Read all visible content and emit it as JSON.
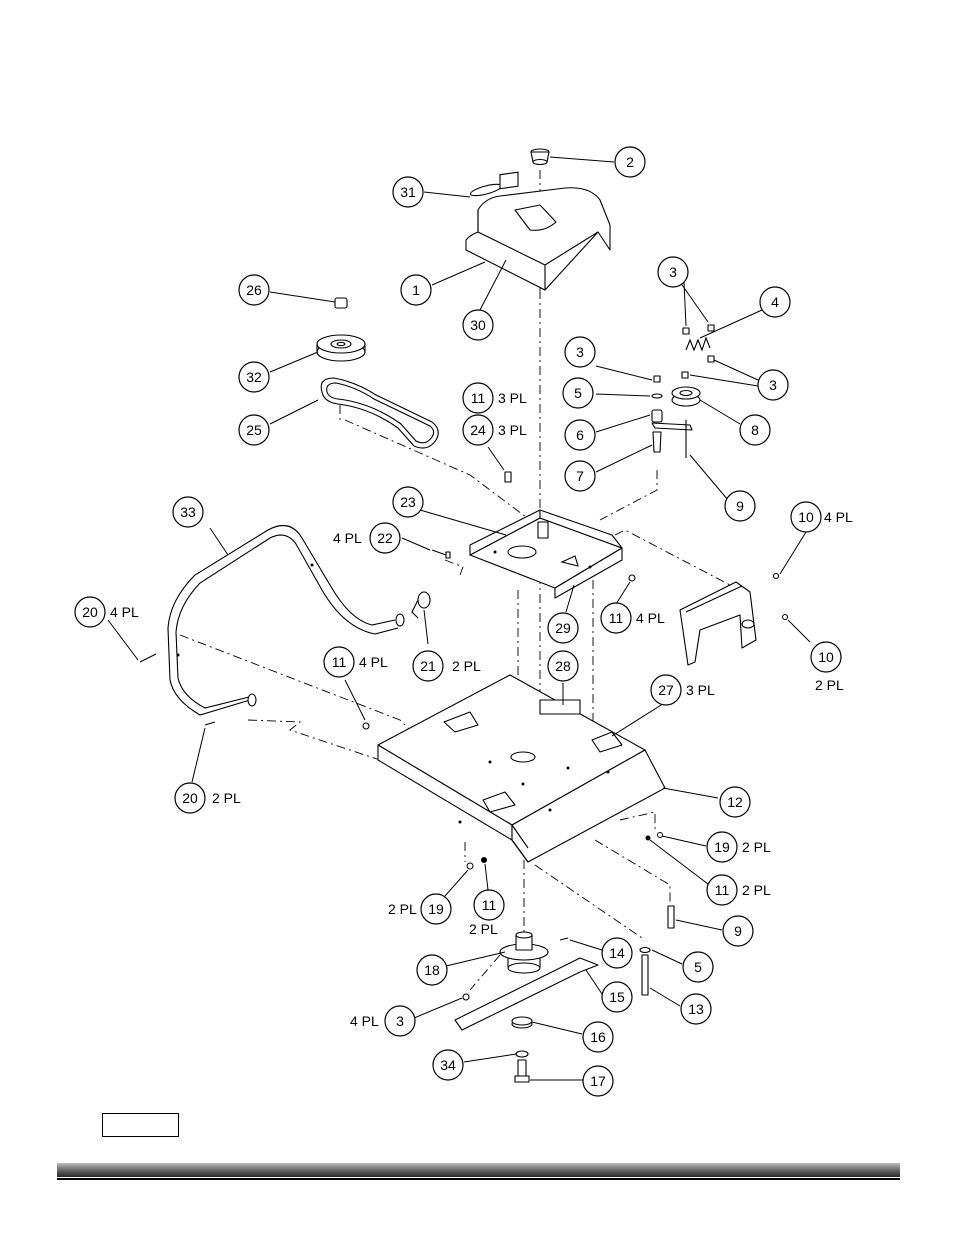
{
  "callouts": [
    {
      "id": "c2",
      "num": "2",
      "qty": ""
    },
    {
      "id": "c31",
      "num": "31",
      "qty": ""
    },
    {
      "id": "c1",
      "num": "1",
      "qty": ""
    },
    {
      "id": "c30",
      "num": "30",
      "qty": ""
    },
    {
      "id": "c26",
      "num": "26",
      "qty": ""
    },
    {
      "id": "c32",
      "num": "32",
      "qty": ""
    },
    {
      "id": "c25",
      "num": "25",
      "qty": ""
    },
    {
      "id": "c3a",
      "num": "3",
      "qty": ""
    },
    {
      "id": "c4",
      "num": "4",
      "qty": ""
    },
    {
      "id": "c3b",
      "num": "3",
      "qty": ""
    },
    {
      "id": "c3c",
      "num": "3",
      "qty": ""
    },
    {
      "id": "c5a",
      "num": "5",
      "qty": ""
    },
    {
      "id": "c6",
      "num": "6",
      "qty": ""
    },
    {
      "id": "c7",
      "num": "7",
      "qty": ""
    },
    {
      "id": "c8",
      "num": "8",
      "qty": ""
    },
    {
      "id": "c9a",
      "num": "9",
      "qty": ""
    },
    {
      "id": "c11a",
      "num": "11",
      "qty": "3 PL"
    },
    {
      "id": "c24",
      "num": "24",
      "qty": "3 PL"
    },
    {
      "id": "c33",
      "num": "33",
      "qty": ""
    },
    {
      "id": "c22",
      "num": "22",
      "qty": "4 PL"
    },
    {
      "id": "c23",
      "num": "23",
      "qty": ""
    },
    {
      "id": "c10a",
      "num": "10",
      "qty": "4 PL"
    },
    {
      "id": "c20a",
      "num": "20",
      "qty": "4 PL"
    },
    {
      "id": "c29",
      "num": "29",
      "qty": ""
    },
    {
      "id": "c11b",
      "num": "11",
      "qty": "4 PL"
    },
    {
      "id": "c21",
      "num": "21",
      "qty": "2 PL"
    },
    {
      "id": "c10b",
      "num": "10",
      "qty": "2 PL"
    },
    {
      "id": "c11c",
      "num": "11",
      "qty": "4 PL"
    },
    {
      "id": "c28",
      "num": "28",
      "qty": ""
    },
    {
      "id": "c27",
      "num": "27",
      "qty": "3 PL"
    },
    {
      "id": "c20b",
      "num": "20",
      "qty": "2 PL"
    },
    {
      "id": "c12",
      "num": "12",
      "qty": ""
    },
    {
      "id": "c19a",
      "num": "19",
      "qty": "2 PL"
    },
    {
      "id": "c11d",
      "num": "11",
      "qty": "2 PL"
    },
    {
      "id": "c19b",
      "num": "19",
      "qty": "2 PL"
    },
    {
      "id": "c11e",
      "num": "11",
      "qty": "2 PL"
    },
    {
      "id": "c9b",
      "num": "9",
      "qty": ""
    },
    {
      "id": "c14",
      "num": "14",
      "qty": ""
    },
    {
      "id": "c18",
      "num": "18",
      "qty": ""
    },
    {
      "id": "c5b",
      "num": "5",
      "qty": ""
    },
    {
      "id": "c15",
      "num": "15",
      "qty": ""
    },
    {
      "id": "c13",
      "num": "13",
      "qty": ""
    },
    {
      "id": "c3d",
      "num": "3",
      "qty": "4 PL"
    },
    {
      "id": "c16",
      "num": "16",
      "qty": ""
    },
    {
      "id": "c34",
      "num": "34",
      "qty": ""
    },
    {
      "id": "c17",
      "num": "17",
      "qty": ""
    }
  ]
}
